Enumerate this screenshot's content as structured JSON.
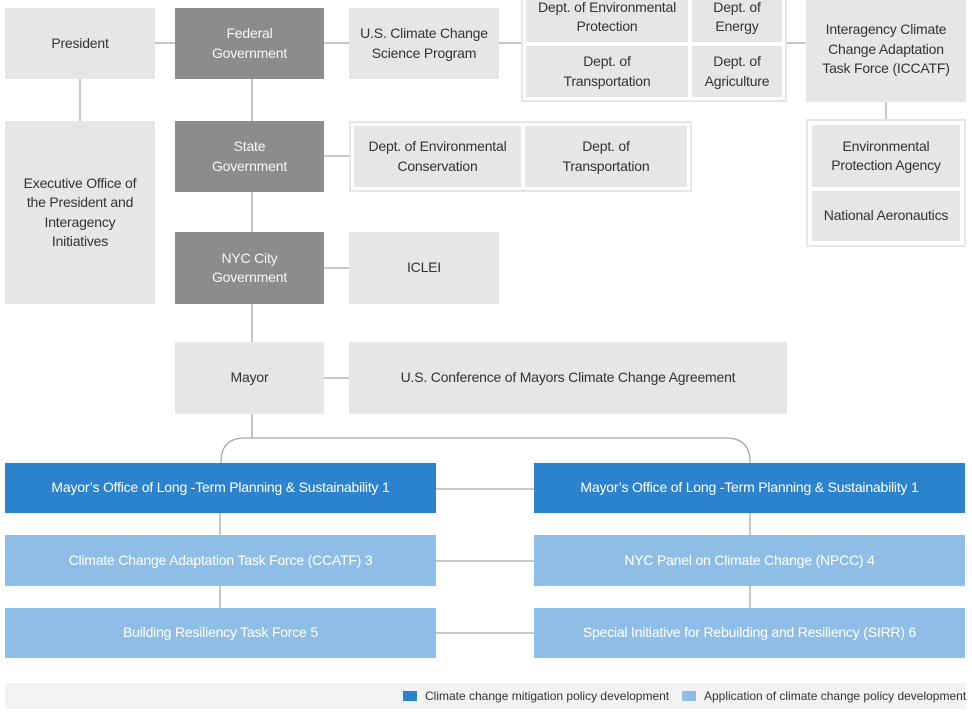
{
  "colors": {
    "light_box": "#e6e6e6",
    "government_box": "#8c8c8c",
    "mitigation_blue": "#2c82cd",
    "application_blue": "#8ebde6",
    "connector": "#a8a8a8"
  },
  "nodes": {
    "president": "President",
    "federal_government": "Federal\nGovernment",
    "us_climate_change_science_program": "U.S. Climate Change\nScience Program",
    "dept_env_protection": "Dept. of Environmental\nProtection",
    "dept_energy": "Dept. of\nEnergy",
    "dept_transportation_federal": "Dept. of\nTransportation",
    "dept_agriculture": "Dept. of\nAgriculture",
    "iccatf": "Interagency Climate\nChange Adaptation\nTask Force (ICCATF)",
    "executive_office": "Executive Office of\nthe President and\nInteragency\nInitiatives",
    "state_government": "State\nGovernment",
    "dept_env_conservation": "Dept. of Environmental\nConservation",
    "dept_transportation_state": "Dept. of\nTransportation",
    "epa": "Environmental\nProtection Agency",
    "national_aeronautics": "National Aeronautics",
    "nyc_city_government": "NYC City\nGovernment",
    "iclei": "ICLEI",
    "mayor": "Mayor",
    "us_conference_of_mayors": "U.S. Conference of Mayors Climate Change Agreement",
    "oltps_left": "Mayor’s Office of Long -Term Planning & Sustainability 1",
    "oltps_right": "Mayor’s Office of Long -Term Planning & Sustainability 1",
    "ccatf": "Climate Change Adaptation Task Force (CCATF) 3",
    "npcc": "NYC Panel on Climate Change (NPCC) 4",
    "building_resiliency": "Building Resiliency Task Force 5",
    "sirr": "Special Initiative for  Rebuilding and Resiliency (SIRR) 6"
  },
  "legend": {
    "mitigation": "Climate change mitigation policy development",
    "application": "Application of climate change policy development"
  }
}
